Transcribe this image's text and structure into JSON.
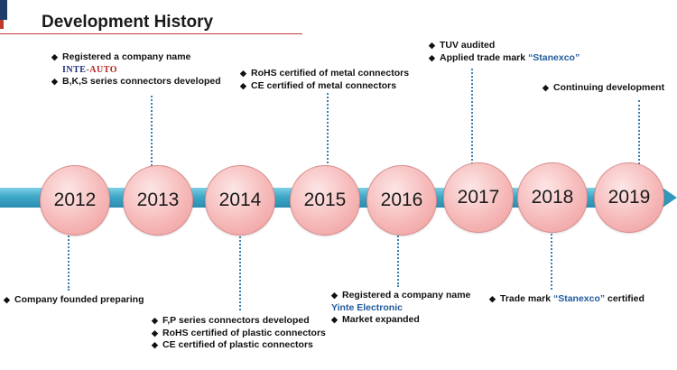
{
  "title": "Development History",
  "colors": {
    "accent": "#3fa8c8",
    "circle": "#f6b9b9",
    "link": "#1f5a9c",
    "rule": "#c23a3a"
  },
  "bullet": "◆",
  "years": [
    "2012",
    "2013",
    "2014",
    "2015",
    "2016",
    "2017",
    "2018",
    "2019"
  ],
  "notes": {
    "y2012": [
      "Company founded preparing"
    ],
    "y2013": {
      "line1": "Registered a company name",
      "logo_a": "INTE",
      "logo_b": "-",
      "logo_c": "AUTO",
      "line2": "B,K,S series connectors developed"
    },
    "y2014": [
      "F,P series connectors developed",
      "RoHS certified of plastic connectors",
      "CE certified of plastic connectors"
    ],
    "y2015": [
      "RoHS certified of metal connectors",
      "CE certified of metal connectors"
    ],
    "y2016": {
      "line1": "Registered a company name",
      "name": "Yinte Electronic",
      "line2": "Market expanded"
    },
    "y2017": {
      "line1": "TUV audited",
      "line2_pre": "Applied trade mark ",
      "line2_mark": "“Stanexco”"
    },
    "y2018": {
      "pre": "Trade mark ",
      "mark": "“Stanexco”",
      "post": " certified"
    },
    "y2019": [
      "Continuing development"
    ]
  }
}
